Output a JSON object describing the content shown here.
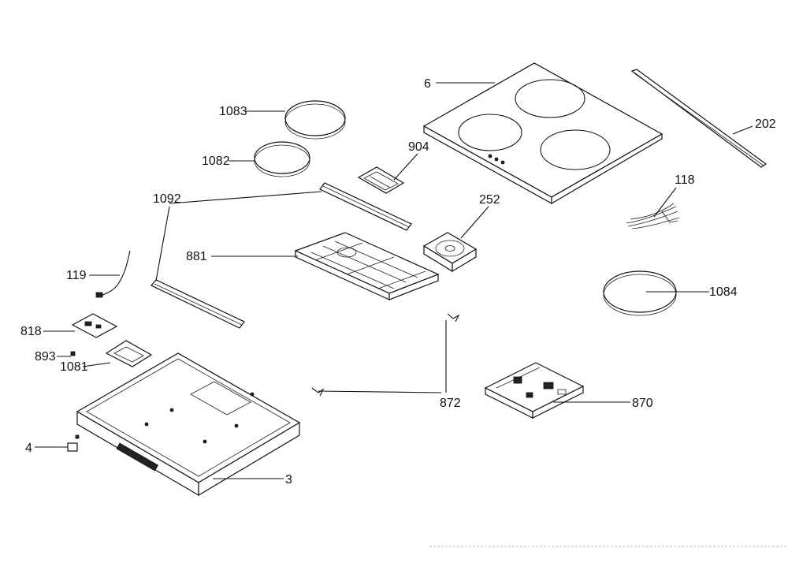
{
  "diagram": {
    "labels": {
      "l6": "6",
      "l202": "202",
      "l1083": "1083",
      "l1082": "1082",
      "l904": "904",
      "l1092": "1092",
      "l118": "118",
      "l252": "252",
      "l881": "881",
      "l119": "119",
      "l1084": "1084",
      "l818": "818",
      "l893": "893",
      "l1081": "1081",
      "l872": "872",
      "l870": "870",
      "l4": "4",
      "l3": "3"
    }
  }
}
